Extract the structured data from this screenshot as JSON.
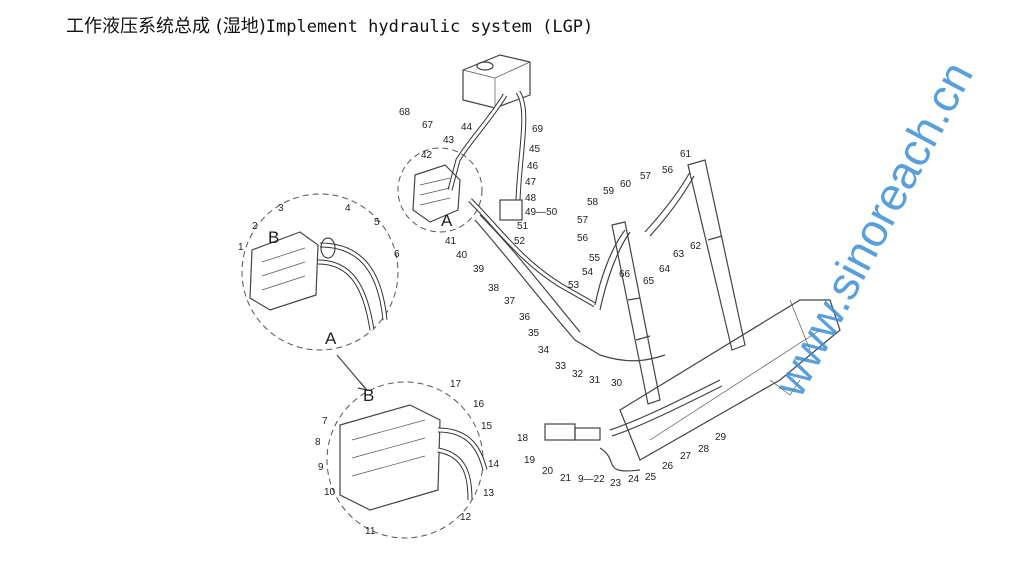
{
  "title": {
    "cn": "工作液压系统总成 (湿地)",
    "en": "Implement hydraulic system (LGP)"
  },
  "watermark": "www.sinoreach.cn",
  "detail_labels": {
    "A_main": "A",
    "B_top": "B",
    "A_detail": "A",
    "B_detail": "B"
  },
  "callouts": {
    "c68": "68",
    "c67": "67",
    "c43": "43",
    "c44": "44",
    "c69": "69",
    "c45": "45",
    "c42": "42",
    "c46": "46",
    "c47": "47",
    "c48": "48",
    "c4950": "49—50",
    "c51": "51",
    "c52": "52",
    "c41": "41",
    "c40": "40",
    "c39": "39",
    "c38": "38",
    "c37": "37",
    "c36": "36",
    "c35": "35",
    "c34": "34",
    "c33": "33",
    "c32": "32",
    "c31": "31",
    "c30": "30",
    "c53": "53",
    "c54": "54",
    "c55": "55",
    "c56a": "56",
    "c57a": "57",
    "c58": "58",
    "c59": "59",
    "c60": "60",
    "c57b": "57",
    "c56b": "56",
    "c61": "61",
    "c62": "62",
    "c63": "63",
    "c64": "64",
    "c65": "65",
    "c66": "66",
    "c1": "1",
    "c2": "2",
    "c3": "3",
    "c4": "4",
    "c5": "5",
    "c6": "6",
    "c7": "7",
    "c8": "8",
    "c9": "9",
    "c10": "10",
    "c11": "11",
    "c12": "12",
    "c13": "13",
    "c14": "14",
    "c15": "15",
    "c16": "16",
    "c17": "17",
    "c18": "18",
    "c19": "19",
    "c20": "20",
    "c21": "21",
    "c922": "9—22",
    "c23": "23",
    "c24": "24",
    "c25": "25",
    "c26": "26",
    "c27": "27",
    "c28": "28",
    "c29": "29"
  }
}
